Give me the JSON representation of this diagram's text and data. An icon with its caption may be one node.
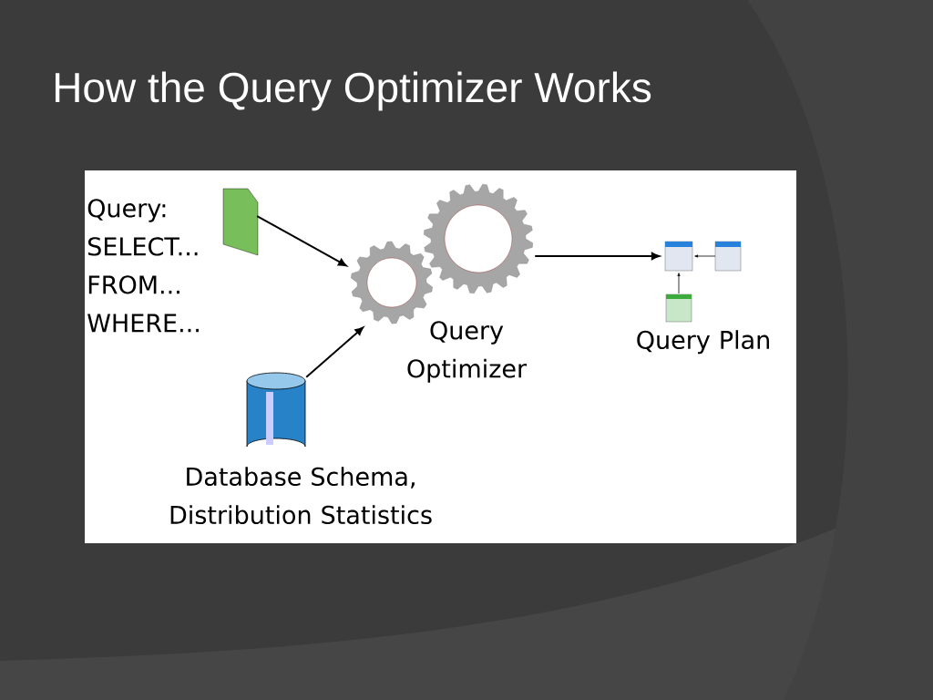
{
  "diagram": {
    "title": "How the Query Optimizer Works",
    "nodes": [
      {
        "text": [],
        "shape": "document",
        "beside": [
          "Query: SELECT... FROM... WHERE..."
        ]
      },
      {
        "text": [],
        "shape": "cylinder",
        "beside": [
          "Database Schema, Distribution Statistics"
        ]
      },
      {
        "text": [],
        "shape": "gear",
        "beside": [
          "Query Optimizer"
        ]
      },
      {
        "text": [],
        "shape": "picture",
        "beside": [
          "Query Plan"
        ]
      }
    ],
    "edges": [
      {
        "from": 0,
        "to": 2,
        "arrow": "to"
      },
      {
        "from": 1,
        "to": 2,
        "arrow": "to"
      },
      {
        "from": 2,
        "to": 3,
        "arrow": "to"
      }
    ]
  }
}
